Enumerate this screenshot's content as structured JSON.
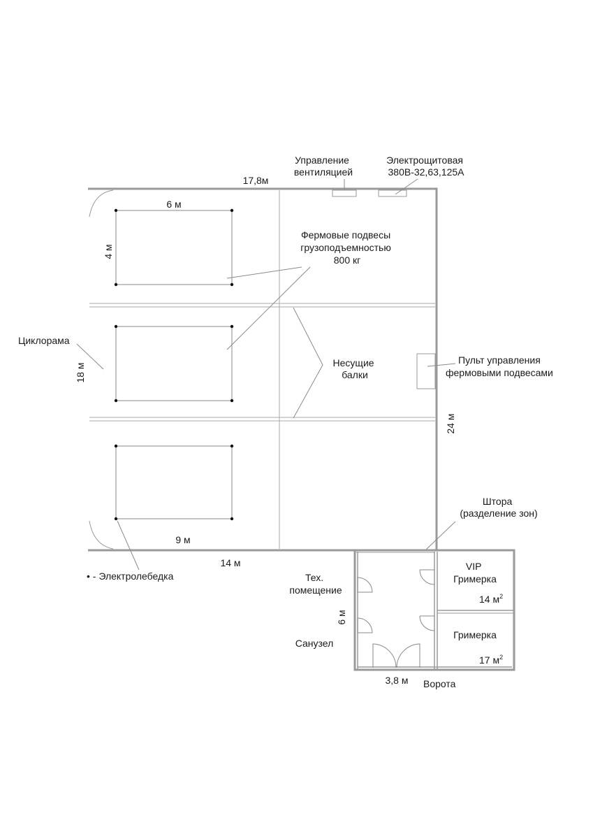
{
  "labels": {
    "ventilation": [
      "Управление",
      "вентиляцией"
    ],
    "switchboard": [
      "Электрощитовая",
      "380В-32,63,125А"
    ],
    "top_width": "17,8м",
    "truss_hangers": [
      "Фермовые подвесы",
      "грузоподъемностью",
      "800 кг"
    ],
    "cyclorama": "Циклорама",
    "height_18": "18 м",
    "beams": [
      "Несущие",
      "балки"
    ],
    "truss_control": [
      "Пульт управления",
      "фермовыми подвесами"
    ],
    "height_24": "24 м",
    "curtain": [
      "Штора",
      "(разделение зон)"
    ],
    "width_9": "9 м",
    "width_14": "14 м",
    "width_6": "6 м",
    "height_4": "4 м",
    "winch_legend": "• - Электролебедка",
    "tech_room": [
      "Тех.",
      "помещение"
    ],
    "corridor_6": "6 м",
    "bathroom": "Санузел",
    "vip_room": [
      "VIP",
      "Гримерка"
    ],
    "vip_area": "14 м",
    "dressing_room": "Гримерка",
    "dressing_area": "17 м",
    "area_sup": "2",
    "gate_width": "3,8 м",
    "gate": "Ворота"
  }
}
